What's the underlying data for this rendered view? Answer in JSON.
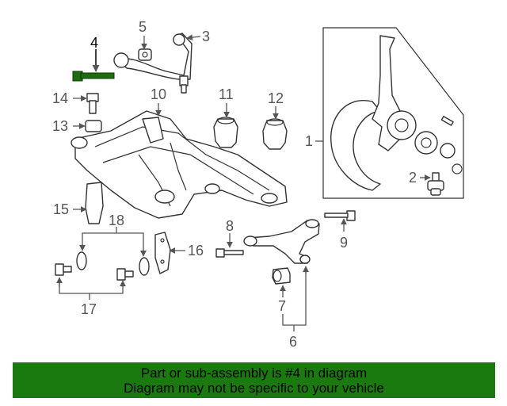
{
  "diagram": {
    "highlight_color": "#1f6b12",
    "callouts": {
      "c1": "1",
      "c2": "2",
      "c3": "3",
      "c4": "4",
      "c5": "5",
      "c6": "6",
      "c7": "7",
      "c8": "8",
      "c9": "9",
      "c10": "10",
      "c11": "11",
      "c12": "12",
      "c13": "13",
      "c14": "14",
      "c15": "15",
      "c16": "16",
      "c17": "17",
      "c18": "18"
    }
  },
  "banner": {
    "background": "#1b7a0f",
    "line1": "Part or sub-assembly is #4 in diagram",
    "line2": "Diagram may not be specific to your vehicle"
  }
}
